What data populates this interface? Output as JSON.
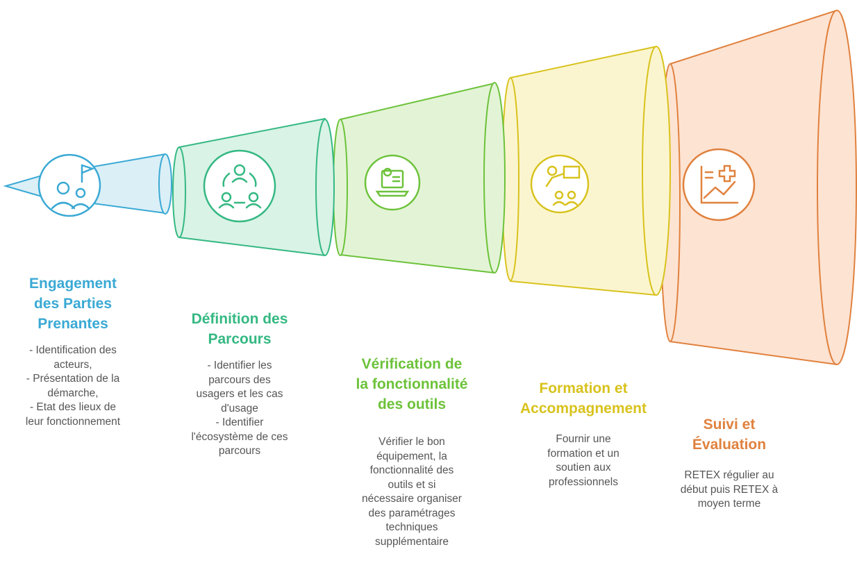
{
  "stages": [
    {
      "title": "Engagement\ndes Parties\nPrenantes",
      "description": "- Identification des\nacteurs,\n- Présentation de la\ndémarche,\n- Etat des lieux de\nleur fonctionnement",
      "color": "#3aa9d4",
      "fill": "#dbeff7",
      "icon": "people-with-flag-icon"
    },
    {
      "title": "Définition des\nParcours",
      "description": "- Identifier les\nparcours des\nusagers et les cas\nd'usage\n- Identifier\nl'écosystème de ces\nparcours",
      "color": "#34b882",
      "fill": "#d9f3e6",
      "icon": "network-of-people-icon"
    },
    {
      "title": "Vérification de\nla fonctionnalité\ndes outils",
      "description": "Vérifier le bon\néquipement, la\nfonctionnalité des\noutils et si\nnécessaire organiser\ndes paramétrages\ntechniques\nsupplémentaire",
      "color": "#6cc23a",
      "fill": "#e3f4d6",
      "icon": "laptop-settings-icon"
    },
    {
      "title": "Formation et\nAccompagnement",
      "description": "Fournir une\nformation et un\nsoutien aux\nprofessionnels",
      "color": "#d8c21c",
      "fill": "#fbf5cf",
      "icon": "teacher-board-icon"
    },
    {
      "title": "Suivi et\nÉvaluation",
      "description": "RETEX régulier au\ndébut puis RETEX à\nmoyen terme",
      "color": "#e0813e",
      "fill": "#fde3d2",
      "icon": "chart-plus-icon"
    }
  ]
}
